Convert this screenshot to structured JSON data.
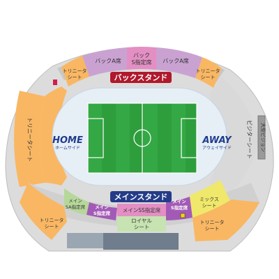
{
  "stands": {
    "back": "バックスタンド",
    "main": "メインスタンド"
  },
  "teams": {
    "home": "HOME",
    "home_sub": "ホームサイド",
    "away": "AWAY",
    "away_sub": "アウェイサイド"
  },
  "sections": {
    "back_a_left": "バックA席",
    "back_s_line1": "バック",
    "back_s_line2": "S指定席",
    "back_a_right": "バックA席",
    "trinita": "トリニータ",
    "seat": "シート",
    "trinita_seat_vertical": "トリニータシート",
    "visitor_seat_vertical": "ビジターシート",
    "large_vision_vertical": "大型ビジョン",
    "main_sa_line1": "メイン",
    "main_sa_line2": "SA指定席",
    "main_s_left_line1": "メイン",
    "main_s_left_line2": "S指定席",
    "main_ss": "メインSS指定席",
    "royal_line1": "ロイヤル",
    "royal_line2": "シート",
    "main_s_right_line1": "メイン",
    "main_s_right_line2": "S指定席",
    "mix_line1": "ミックス",
    "mix_line2": "シート"
  },
  "colors": {
    "trinita": "#f9b763",
    "back_a": "#c9a2d2",
    "back_s": "#e38fc4",
    "main_sa": "#b6d79a",
    "main_s": "#a35ab6",
    "main_ss": "#e38fc4",
    "royal": "#c6e3b1",
    "mix": "#efe86a",
    "visitor": "#d9d9d9",
    "pitch": "#2e9e3d",
    "track": "#e6eef6",
    "stand_label_bg": "#b0182c",
    "main_label_bg": "#243c88",
    "outer_ring": "#cfcfcf"
  }
}
